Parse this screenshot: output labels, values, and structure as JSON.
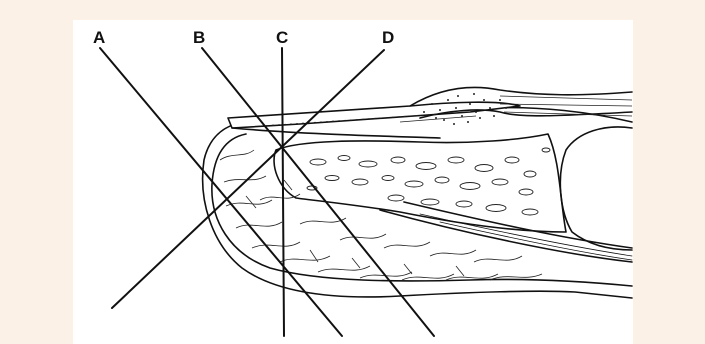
{
  "labels": {
    "a": "A",
    "b": "B",
    "c": "C",
    "d": "D"
  },
  "colors": {
    "page_background": "#fcf1e6",
    "panel_background": "#ffffff",
    "ink": "#111111"
  }
}
